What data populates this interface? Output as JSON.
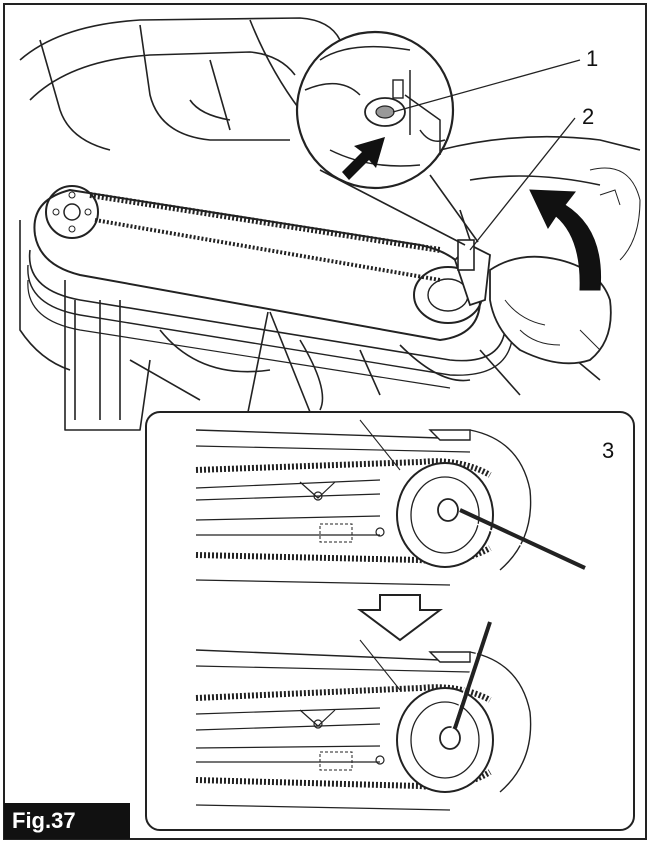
{
  "figure": {
    "label": "Fig.37",
    "callouts": [
      "1",
      "2",
      "3"
    ],
    "colors": {
      "line": "#222222",
      "fill": "#ffffff",
      "arrow": "#111111",
      "label_bg": "#111111",
      "label_text": "#ffffff"
    },
    "icons": {
      "arrow_up": "push-arrow-icon",
      "arrow_rotate": "rotate-arrow-icon",
      "arrow_down": "down-arrow-icon"
    }
  }
}
